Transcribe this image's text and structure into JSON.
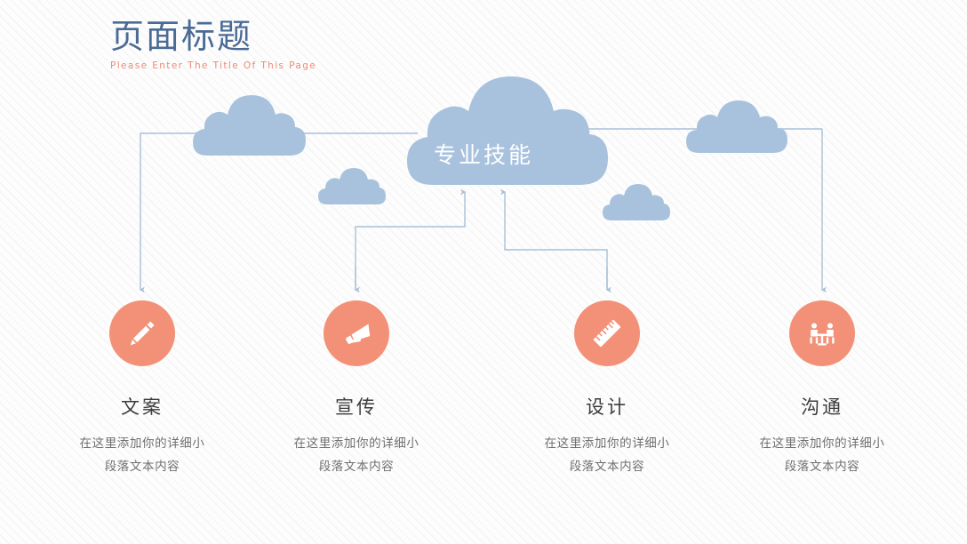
{
  "page": {
    "title": "页面标题",
    "subtitle": "Please Enter The Title Of This Page",
    "title_color": "#4a6b96",
    "subtitle_color": "#f08a72"
  },
  "center": {
    "label": "专业技能",
    "cloud_color": "#a8c2de",
    "label_color": "#ffffff"
  },
  "colors": {
    "accent_icon": "#f39178",
    "cloud": "#a8c2de",
    "connector": "#a9c0d8",
    "heading": "#3c3c3c",
    "body_text": "#6f6f6f",
    "background": "#fdfdfd"
  },
  "items": [
    {
      "icon": "pencil-icon",
      "heading": "文案",
      "desc_line1": "在这里添加你的详细小",
      "desc_line2": "段落文本内容"
    },
    {
      "icon": "megaphone-icon",
      "heading": "宣传",
      "desc_line1": "在这里添加你的详细小",
      "desc_line2": "段落文本内容"
    },
    {
      "icon": "ruler-icon",
      "heading": "设计",
      "desc_line1": "在这里添加你的详细小",
      "desc_line2": "段落文本内容"
    },
    {
      "icon": "meeting-people-icon",
      "heading": "沟通",
      "desc_line1": "在这里添加你的详细小",
      "desc_line2": "段落文本内容"
    }
  ],
  "decorative_clouds": [
    {
      "name": "cloud-left-large"
    },
    {
      "name": "cloud-mid-left-small"
    },
    {
      "name": "cloud-mid-right-small"
    },
    {
      "name": "cloud-right-large"
    }
  ]
}
